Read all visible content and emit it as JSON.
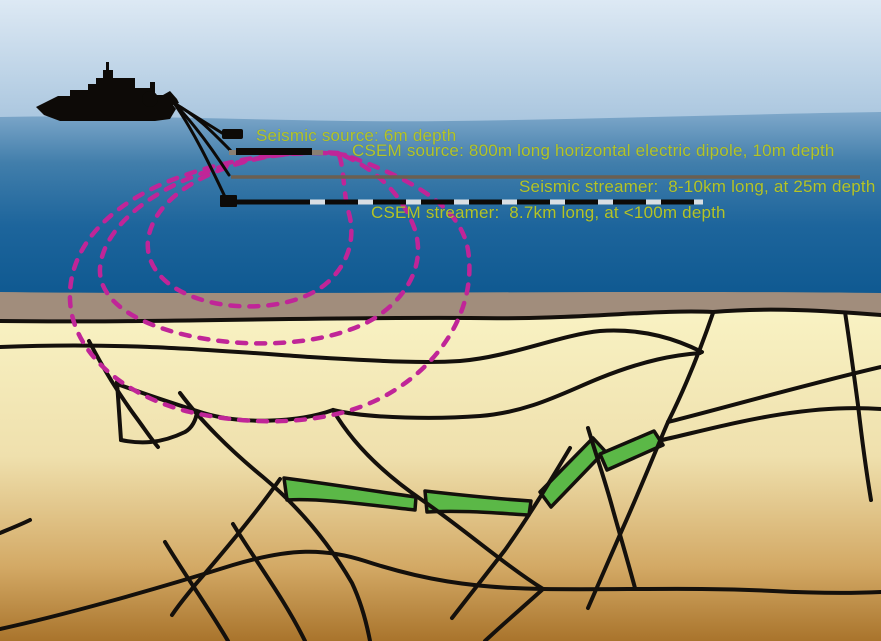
{
  "scene": {
    "description": "Marine seismic and CSEM (controlled-source electromagnetic) survey schematic: survey vessel towing seismic and CSEM sources and streamers over a faulted sub-seabed geology with green reservoir layers; dashed magenta loops show the EM field spreading from the CSEM source.",
    "labels": {
      "seismic_source": "Seismic source: 6m depth",
      "csem_source": "CSEM source: 800m long horizontal electric dipole, 10m depth",
      "seismic_streamer": "Seismic streamer:  8-10km long, at 25m depth",
      "csem_streamer": "CSEM streamer:  8.7km long, at <100m depth"
    }
  },
  "icons": {
    "survey_vessel": "ship-silhouette",
    "em_field": "dashed-field-loops",
    "reservoir": "green-layer-segments"
  },
  "colors": {
    "label_text": "#b4c428",
    "em_field_dashes": "#c02598",
    "reservoir_green": "#5bb847",
    "sky_top": "#dde9f4",
    "sky_bottom": "#a4c2dc",
    "sea_surface_blue": "#7fa8ca",
    "sea_deep_blue": "#0f5991",
    "seabed_brown": "#a18d7c",
    "sediment_cream": "#f9f3c4",
    "sediment_amber": "#a9742c",
    "fault_black": "#14100c",
    "vessel_black": "#0d0a07",
    "seismic_streamer_cable": "#6b5f51",
    "csem_streamer_dash": "#d9dee3"
  }
}
